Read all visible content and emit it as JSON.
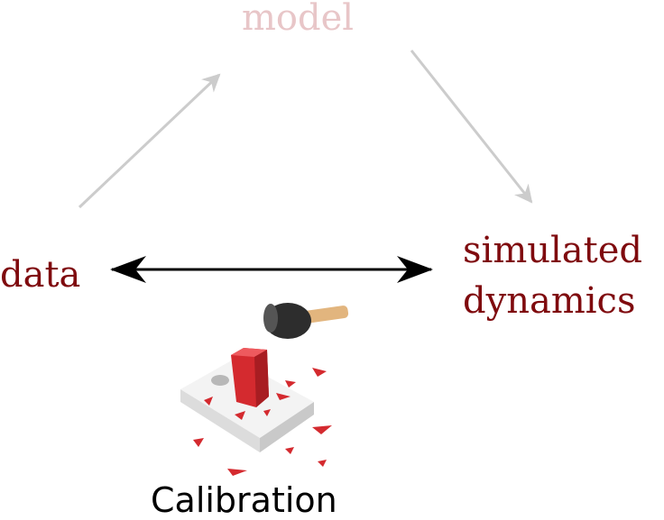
{
  "nodes": {
    "model": "model",
    "data": "data",
    "simulated_line1": "simulated",
    "simulated_line2": "dynamics"
  },
  "caption": "Calibration",
  "colors": {
    "model_text": "#e8c6c8",
    "node_text": "#7f0a0e",
    "faded_arrow": "#cccccc",
    "main_arrow": "#000000",
    "hammer_handle": "#e2b57e",
    "hammer_head": "#333333",
    "peg_red": "#d42a2f",
    "board": "#eeeeee"
  },
  "icons": {
    "illustration": "hammer-and-peg-board-icon"
  }
}
